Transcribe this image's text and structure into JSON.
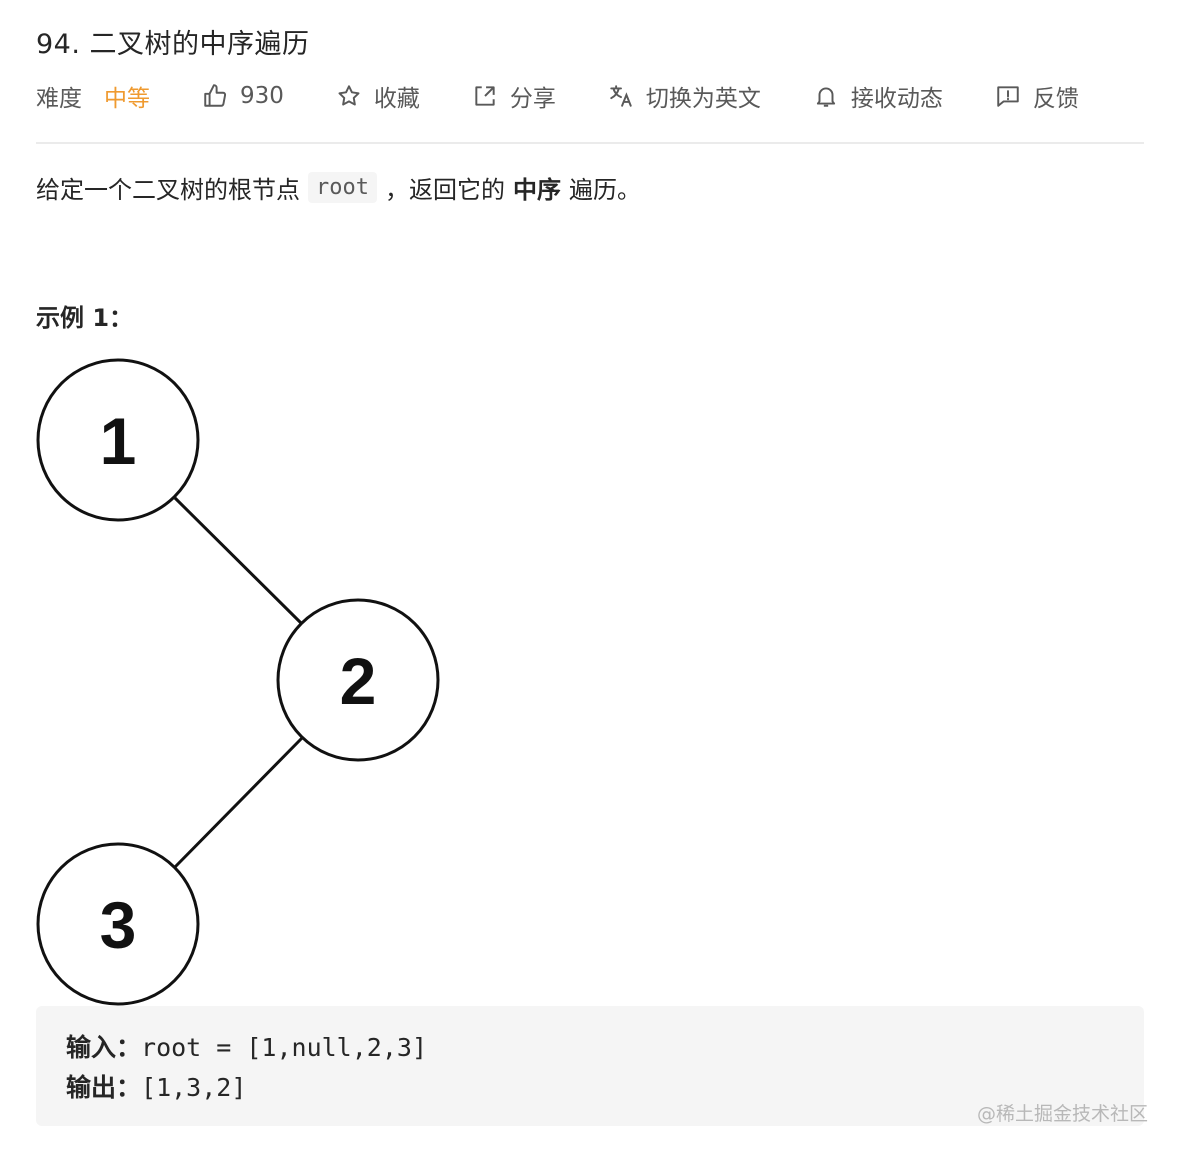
{
  "problem": {
    "title": "94. 二叉树的中序遍历"
  },
  "toolbar": {
    "difficulty_label": "难度",
    "difficulty_value": "中等",
    "likes": "930",
    "favorite": "收藏",
    "share": "分享",
    "translate": "切换为英文",
    "subscribe": "接收动态",
    "feedback": "反馈",
    "difficulty_color": "#ef9a2f"
  },
  "description": {
    "part1": "给定一个二叉树的根节点",
    "code": "root",
    "part2": "，返回它的",
    "bold": "中序",
    "part3": "遍历。"
  },
  "example": {
    "title": "示例 1：",
    "tree_nodes": [
      "1",
      "2",
      "3"
    ],
    "input_label": "输入：",
    "input_value": "root = [1,null,2,3]",
    "output_label": "输出：",
    "output_value": "[1,3,2]"
  },
  "watermark": "@稀土掘金技术社区"
}
